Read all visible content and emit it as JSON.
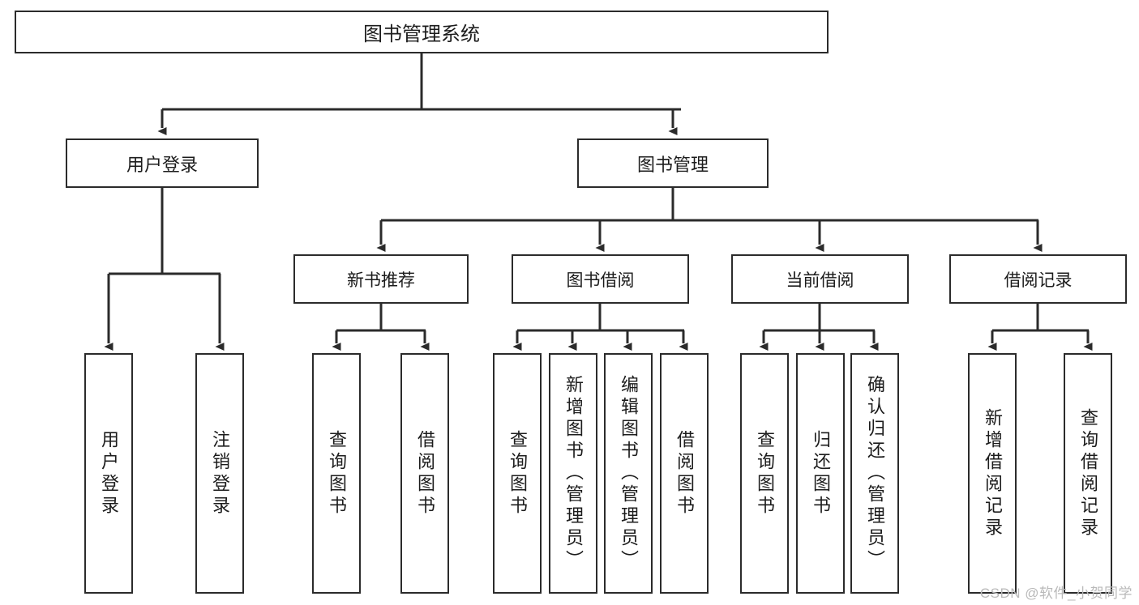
{
  "diagram": {
    "title": "图书管理系统",
    "type": "tree",
    "root": {
      "id": "root",
      "label": "图书管理系统"
    },
    "level2": [
      {
        "id": "login",
        "label": "用户登录"
      },
      {
        "id": "bookmgmt",
        "label": "图书管理"
      }
    ],
    "level3": [
      {
        "id": "newbook",
        "label": "新书推荐",
        "parent": "bookmgmt"
      },
      {
        "id": "borrow",
        "label": "图书借阅",
        "parent": "bookmgmt"
      },
      {
        "id": "current",
        "label": "当前借阅",
        "parent": "bookmgmt"
      },
      {
        "id": "record",
        "label": "借阅记录",
        "parent": "bookmgmt"
      }
    ],
    "leaves": [
      {
        "id": "leaf-user-login",
        "label": "用户登录",
        "parent": "login"
      },
      {
        "id": "leaf-user-logout",
        "label": "注销登录",
        "parent": "login"
      },
      {
        "id": "leaf-query-book-1",
        "label": "查询图书",
        "parent": "newbook"
      },
      {
        "id": "leaf-borrow-book-1",
        "label": "借阅图书",
        "parent": "newbook"
      },
      {
        "id": "leaf-query-book-2",
        "label": "查询图书",
        "parent": "borrow"
      },
      {
        "id": "leaf-add-book",
        "label": "新增图书（管理员）",
        "parent": "borrow"
      },
      {
        "id": "leaf-edit-book",
        "label": "编辑图书（管理员）",
        "parent": "borrow"
      },
      {
        "id": "leaf-borrow-book-2",
        "label": "借阅图书",
        "parent": "borrow"
      },
      {
        "id": "leaf-query-book-3",
        "label": "查询图书",
        "parent": "current"
      },
      {
        "id": "leaf-return-book",
        "label": "归还图书",
        "parent": "current"
      },
      {
        "id": "leaf-confirm-return",
        "label": "确认归还（管理员）",
        "parent": "current"
      },
      {
        "id": "leaf-add-record",
        "label": "新增借阅记录",
        "parent": "record"
      },
      {
        "id": "leaf-query-record",
        "label": "查询借阅记录",
        "parent": "record"
      }
    ],
    "colors": {
      "border": "#2b2b2b",
      "background": "#ffffff",
      "text": "#1c1c1c",
      "connector": "#2b2b2b",
      "watermark": "#b9b9b9"
    }
  },
  "watermark": {
    "text": "CSDN @软件_小贺同学"
  }
}
